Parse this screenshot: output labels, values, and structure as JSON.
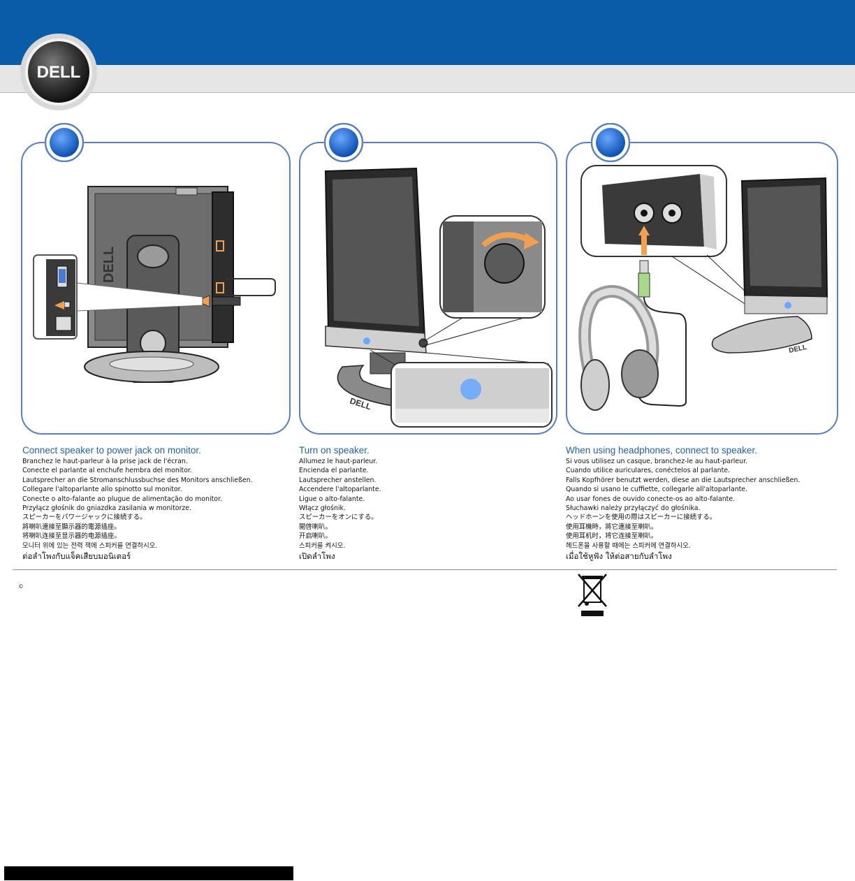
{
  "header": {
    "logo_text": "DELL",
    "colors": {
      "band": "#0a5ca8",
      "subband": "#e6e6e6",
      "panel_border": "#5a80bf",
      "caption_title": "#1f63ad",
      "arrow": "#f0a050"
    }
  },
  "steps": [
    {
      "number": "",
      "title": "Connect speaker to power jack on monitor.",
      "translations": [
        "Branchez le haut-parleur à la prise jack de l'écran.",
        "Conecte el parlante al enchufe hembra del monitor.",
        "Lautsprecher an die Stromanschlussbuchse des Monitors anschließen.",
        "Collegare l'altoparlante allo spinotto sul monitor.",
        "Conecte o alto-falante ao plugue de alimentação do monitor.",
        "Przyłącz głośnik do gniazdka zasilania w monitorze.",
        "スピーカーをパワージャックに接続する。",
        "將喇叭連接至顯示器的電源插座。",
        "将喇叭连接至显示器的电源插座。",
        "모니터 위에 있는 전력 잭에 스피커를 연결하시오."
      ],
      "thai": "ต่อลำโพงกับแจ็คเสียบมอนิเตอร์"
    },
    {
      "number": "",
      "title": "Turn on speaker.",
      "translations": [
        "Allumez le haut-parleur.",
        "Encienda el parlante.",
        "Lautsprecher anstellen.",
        "Accendere l'altoparlante.",
        "Ligue o alto-falante.",
        "Włącz głośnik.",
        "スピーカーをオンにする。",
        "開啓喇叭。",
        "开启喇叭。",
        "스피커를 켜시오."
      ],
      "thai": "เปิดลำโพง"
    },
    {
      "number": "",
      "title": "When using headphones, connect to speaker.",
      "translations": [
        "Si vous utilisez un casque, branchez-le au haut-parleur.",
        "Cuando utilice auriculares, conéctelos al parlante.",
        "Falls Kopfhörer benutzt werden, diese an die Lautsprecher anschließen.",
        "Quando si usano le cuffiette, collegarle all'altoparlante.",
        "Ao usar fones de ouvido conecte-os ao alto-falante.",
        "Słuchawki należy przyłączyć do głośnika.",
        "ヘッドホーンを使用の際はスピーカーに接続する。",
        "使用耳機時，將它連接至喇叭。",
        "使用耳机时，将它连接至喇叭。",
        "헤드폰을 사용할 때에는 스피커에 연결하시오."
      ],
      "thai": "เมื่อใช้หูฟัง ให้ต่อสายกับลำโพง"
    }
  ],
  "footer": {
    "copyright": "©",
    "weee_icon": "crossed-out-wheelie-bin-icon"
  }
}
